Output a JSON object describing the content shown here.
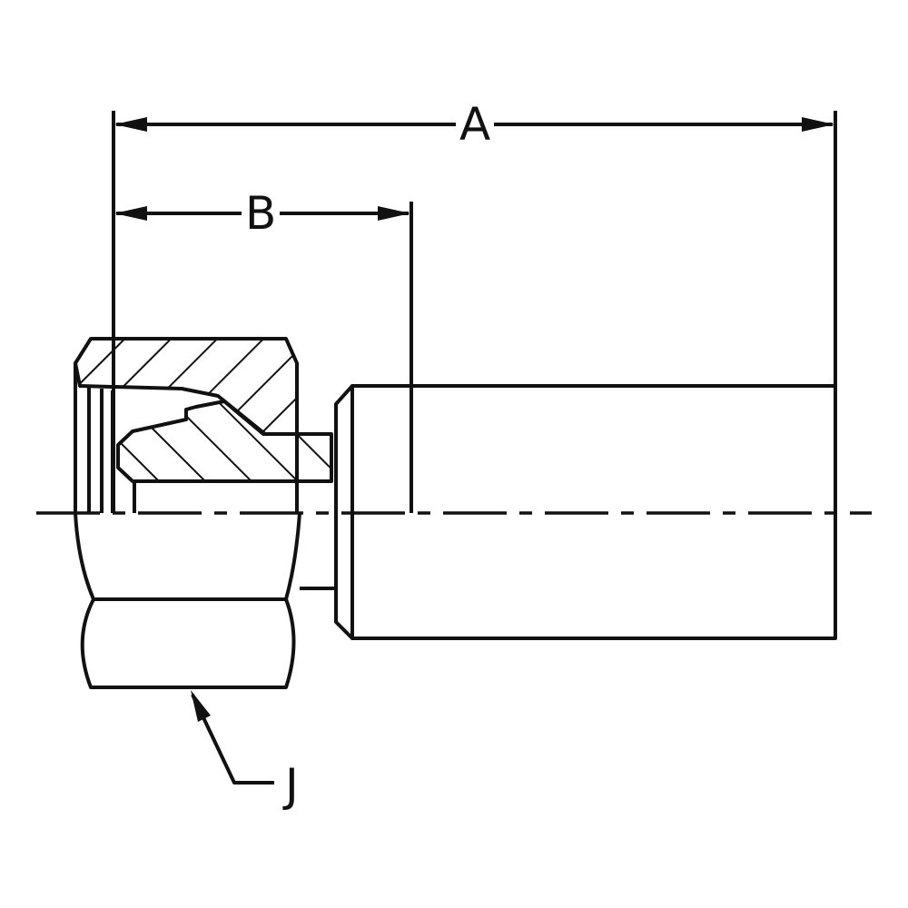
{
  "labels": {
    "a": "A",
    "b": "B",
    "j": "J"
  },
  "colors": {
    "line": "#111111",
    "background": "#ffffff"
  }
}
